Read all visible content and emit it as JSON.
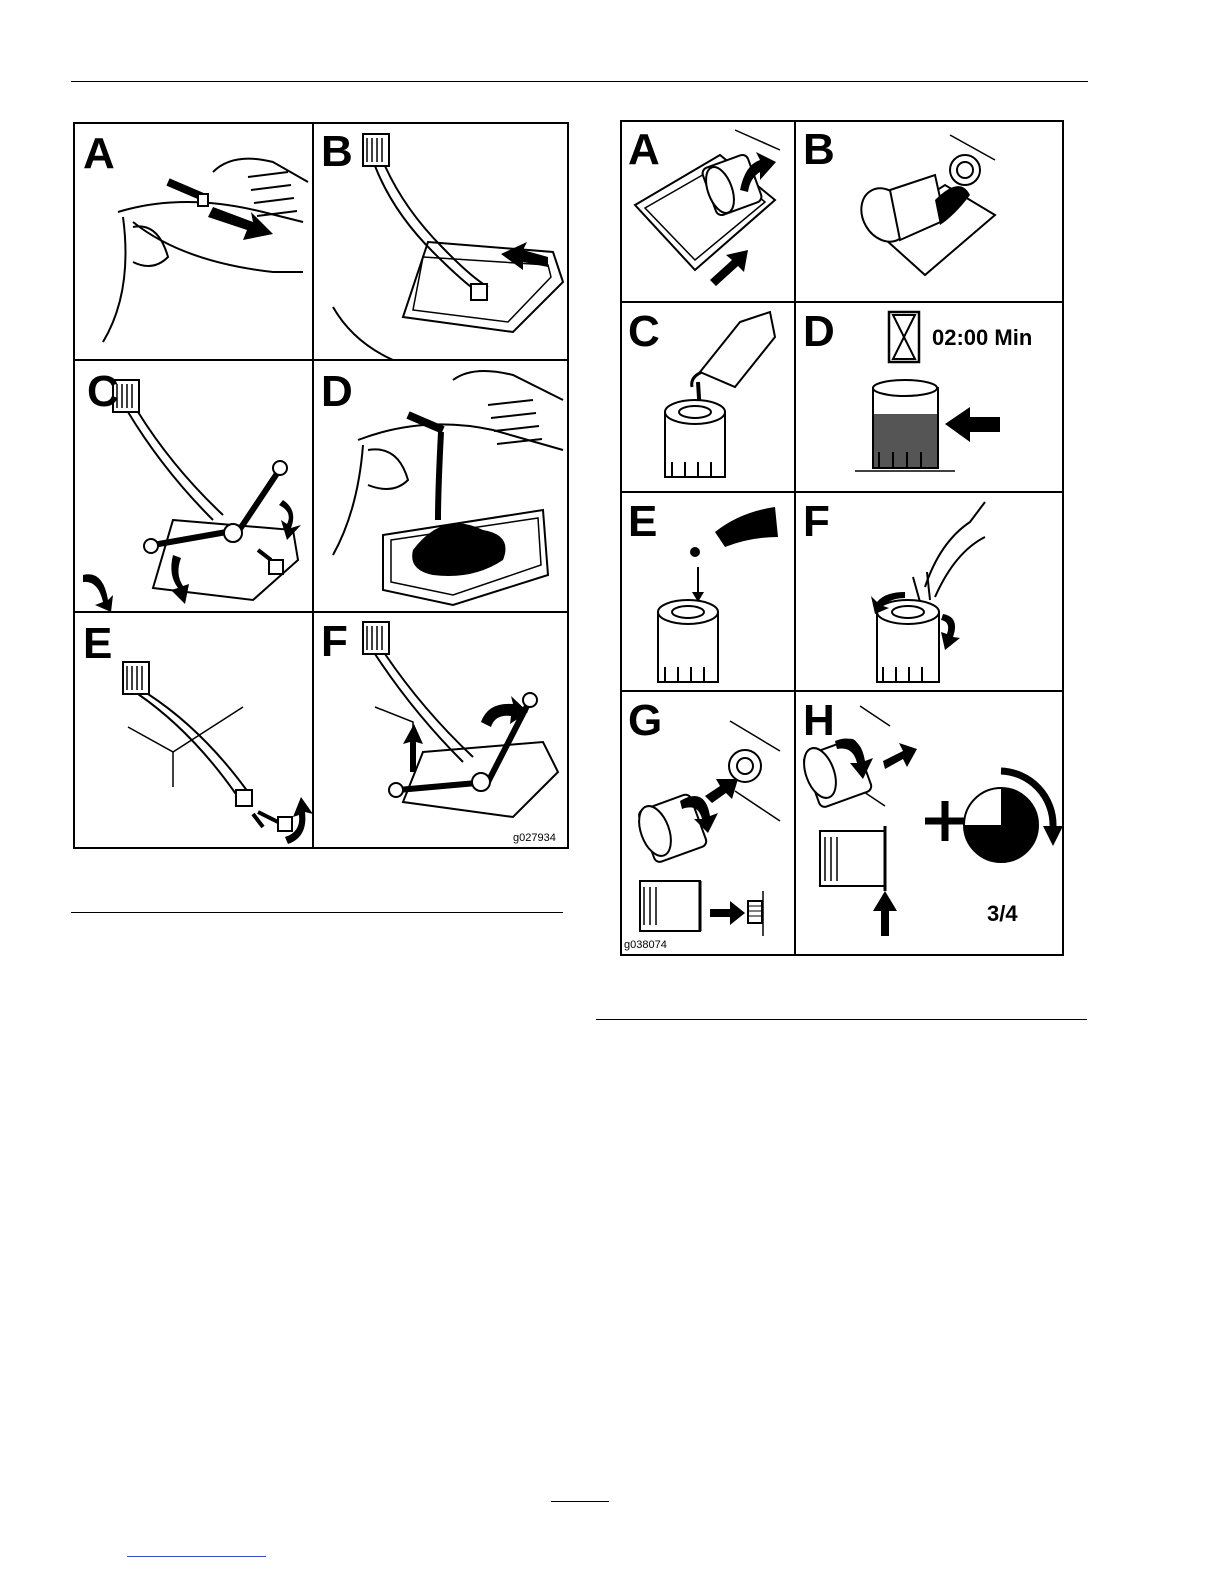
{
  "figure_left": {
    "panels": [
      {
        "letter": "A"
      },
      {
        "letter": "B"
      },
      {
        "letter": "C"
      },
      {
        "letter": "D"
      },
      {
        "letter": "E"
      },
      {
        "letter": "F"
      }
    ],
    "figure_id": "g027934"
  },
  "figure_right": {
    "panels": [
      {
        "letter": "A"
      },
      {
        "letter": "B"
      },
      {
        "letter": "C"
      },
      {
        "letter": "D"
      },
      {
        "letter": "E"
      },
      {
        "letter": "F"
      },
      {
        "letter": "G"
      },
      {
        "letter": "H"
      }
    ],
    "timer_label": "02:00 Min",
    "turn_fraction": "3/4",
    "figure_id": "g038074"
  },
  "colors": {
    "ink": "#000000",
    "paper": "#ffffff",
    "oil_fill": "#555555",
    "footer_link": "#3b4fc4"
  }
}
